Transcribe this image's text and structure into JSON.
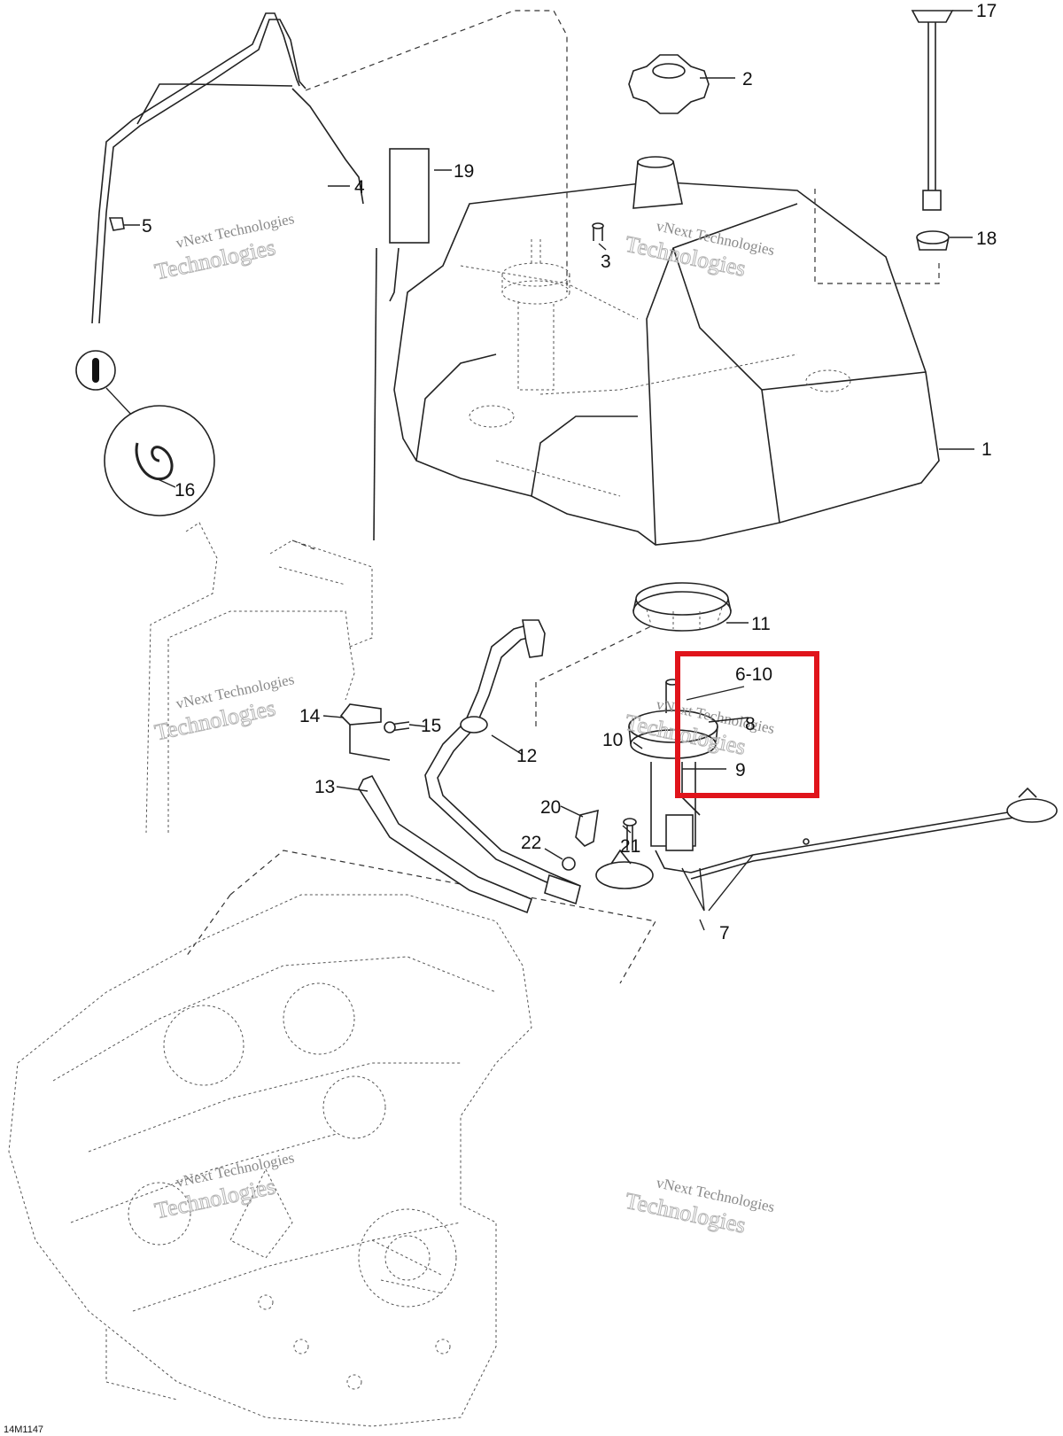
{
  "diagram": {
    "reference_code": "14M1147",
    "highlight_color": "#e0141b",
    "watermark": {
      "line1": "vNext Technologies",
      "line2": "Technologies"
    },
    "callouts": [
      {
        "id": "c1",
        "text": "1"
      },
      {
        "id": "c2",
        "text": "2"
      },
      {
        "id": "c3",
        "text": "3"
      },
      {
        "id": "c4",
        "text": "4"
      },
      {
        "id": "c5",
        "text": "5"
      },
      {
        "id": "c6-10",
        "text": "6-10"
      },
      {
        "id": "c7",
        "text": "7"
      },
      {
        "id": "c8",
        "text": "8"
      },
      {
        "id": "c9",
        "text": "9"
      },
      {
        "id": "c10",
        "text": "10"
      },
      {
        "id": "c11",
        "text": "11"
      },
      {
        "id": "c12",
        "text": "12"
      },
      {
        "id": "c13",
        "text": "13"
      },
      {
        "id": "c14",
        "text": "14"
      },
      {
        "id": "c15",
        "text": "15"
      },
      {
        "id": "c16",
        "text": "16"
      },
      {
        "id": "c17",
        "text": "17"
      },
      {
        "id": "c18",
        "text": "18"
      },
      {
        "id": "c19",
        "text": "19"
      },
      {
        "id": "c20",
        "text": "20"
      },
      {
        "id": "c21",
        "text": "21"
      },
      {
        "id": "c22",
        "text": "22"
      }
    ]
  }
}
